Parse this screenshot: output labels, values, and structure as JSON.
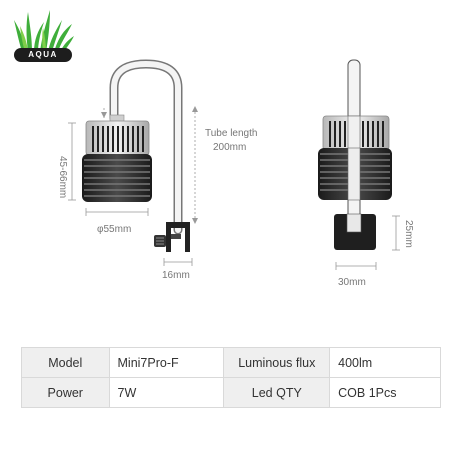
{
  "logo": {
    "text": "AQUA"
  },
  "diagram": {
    "tube_length_label": "Tube length",
    "tube_length_value": "200mm",
    "height_label": "45-66mm",
    "diameter_label": "φ55mm",
    "clamp_width_label": "16mm",
    "side_height_label": "25mm",
    "side_width_label": "30mm"
  },
  "specs": {
    "rows": [
      {
        "k1": "Model",
        "v1": "Mini7Pro-F",
        "k2": "Luminous flux",
        "v2": "400lm"
      },
      {
        "k1": "Power",
        "v1": "7W",
        "k2": "Led QTY",
        "v2": "COB 1Pcs"
      }
    ]
  },
  "colors": {
    "body": "#2a2a2a",
    "grid_bg": "#efefef",
    "line": "#999999"
  }
}
